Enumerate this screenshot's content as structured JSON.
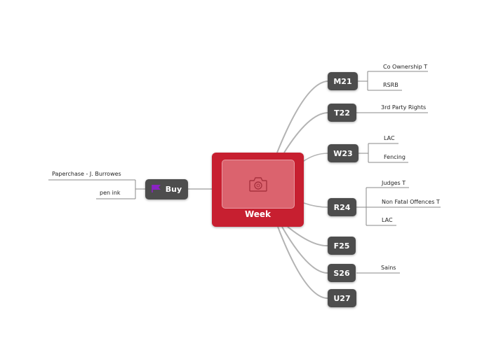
{
  "central": {
    "title": "Week",
    "icon": "camera-icon"
  },
  "left_branch": {
    "label": "Buy",
    "icon": "flag-icon",
    "icon_color": "#8b22c4",
    "leaves": [
      "Paperchase - J. Burrowes",
      "pen ink"
    ]
  },
  "right_branches": [
    {
      "label": "M21",
      "leaves": [
        "Co Ownership T",
        "RSRB"
      ]
    },
    {
      "label": "T22",
      "leaves": [
        "3rd Party Rights"
      ]
    },
    {
      "label": "W23",
      "leaves": [
        "LAC",
        "Fencing"
      ]
    },
    {
      "label": "R24",
      "leaves": [
        "Judges T",
        "Non Fatal Offences T",
        "LAC"
      ]
    },
    {
      "label": "F25",
      "leaves": []
    },
    {
      "label": "S26",
      "leaves": [
        "Sains"
      ]
    },
    {
      "label": "U27",
      "leaves": []
    }
  ],
  "colors": {
    "central": "#c71f30",
    "node": "#4d4d4d",
    "connector": "#b3b3b3"
  }
}
